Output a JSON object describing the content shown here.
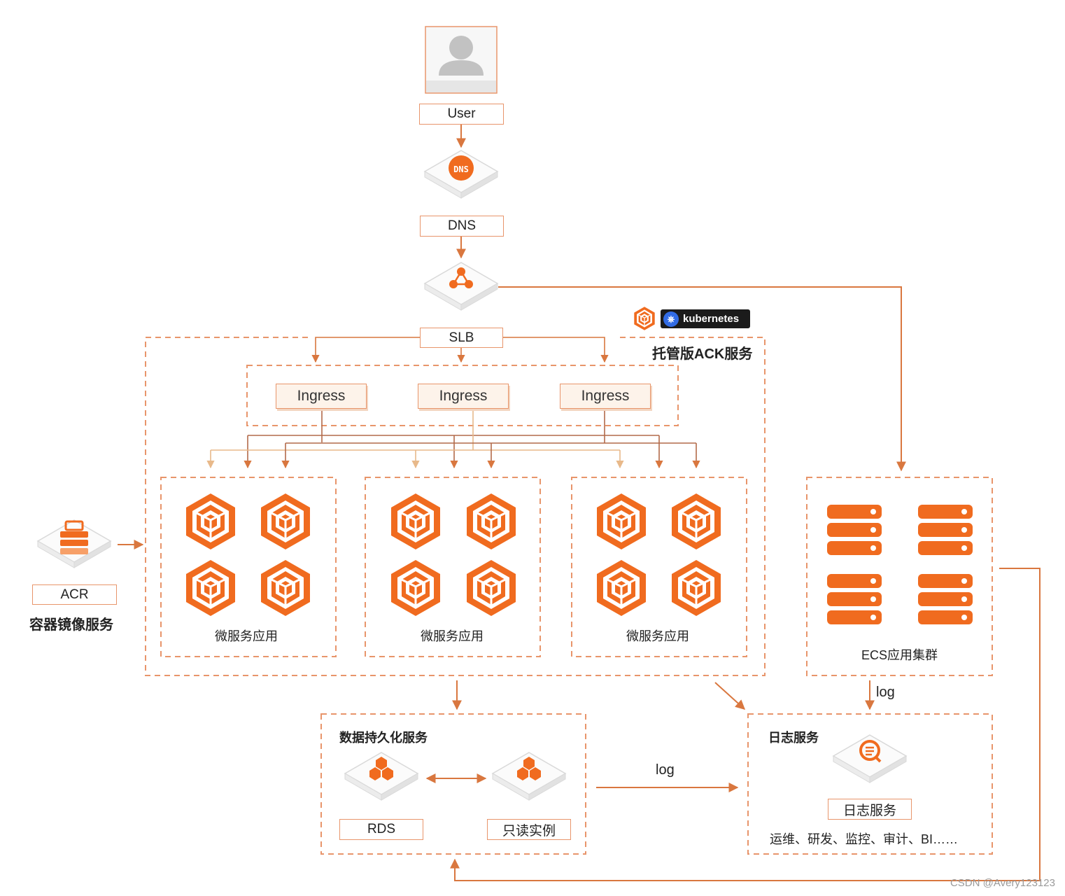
{
  "colors": {
    "accent": "#f06b1f",
    "line": "#d9773f",
    "dashed": "#e8956b",
    "ingress_bg": "#fdf3ea"
  },
  "nodes": {
    "user": "User",
    "dns": "DNS",
    "dns_icon_text": "DNS",
    "slb": "SLB",
    "ingress": [
      "Ingress",
      "Ingress",
      "Ingress"
    ],
    "microservice_groups": [
      "微服务应用",
      "微服务应用",
      "微服务应用"
    ],
    "acr": "ACR",
    "acr_service": "容器镜像服务",
    "ack_title": "托管版ACK服务",
    "kubernetes_badge": "kubernetes",
    "ecs_cluster": "ECS应用集群",
    "log_edge_ecs": "log",
    "log_edge_db": "log",
    "persistence_title": "数据持久化服务",
    "rds": "RDS",
    "readonly": "只读实例",
    "log_service_title": "日志服务",
    "log_service_label": "日志服务",
    "log_service_uses": "运维、研发、监控、审计、BI……"
  },
  "icons": [
    "user-avatar-icon",
    "dns-icon",
    "load-balancer-icon",
    "container-service-icon",
    "acr-registry-icon",
    "server-rack-icon",
    "database-icon",
    "log-search-icon",
    "kubernetes-wheel-icon"
  ],
  "watermark": "CSDN @Avery123123"
}
